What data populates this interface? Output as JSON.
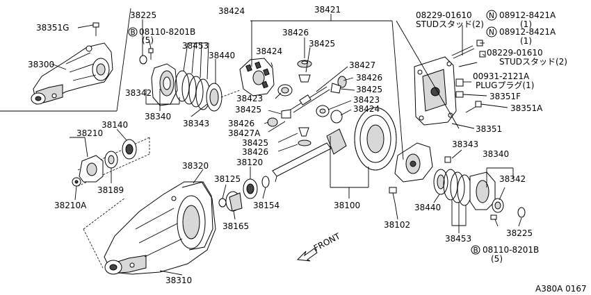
{
  "labels": {
    "l38351G": "38351G",
    "l38300": "38300",
    "l38225a": "38225",
    "l08110a": "08110-8201B",
    "l08110a_q": "(5)",
    "l38424a": "38424",
    "l38421": "38421",
    "l38426a": "38426",
    "l38425a": "38425",
    "l38453a": "38453",
    "l38440a": "38440",
    "l38424b": "38424",
    "l38427": "38427",
    "l38426b": "38426",
    "l38425b": "38425",
    "l38342a": "38342",
    "l38423a": "38423",
    "l38423b": "38423",
    "l38425c": "38425",
    "l38424c": "38424",
    "l38340a": "38340",
    "l38343a": "38343",
    "l38426c": "38426",
    "l38427A": "38427A",
    "l38425d": "38425",
    "l38426d": "38426",
    "l38210": "38210",
    "l38140": "38140",
    "l38189": "38189",
    "l38210A": "38210A",
    "l38320": "38320",
    "l38125": "38125",
    "l38120": "38120",
    "l38154": "38154",
    "l38165": "38165",
    "l38100": "38100",
    "l38310": "38310",
    "l08229a": "08229-01610",
    "l08229a_sub": "STUDスタッド(2)",
    "l08912a": "08912-8421A",
    "l08912a_q": "(1)",
    "l08912b": "08912-8421A",
    "l08912b_q": "(1)",
    "l08229b": "08229-01610",
    "l08229b_sub": "STUDスタッド(2)",
    "l00931": "00931-2121A",
    "l00931_sub": "PLUGプラグ(1)",
    "l38351F": "38351F",
    "l38351A": "38351A",
    "l38351": "38351",
    "l38343b": "38343",
    "l38340b": "38340",
    "l38342b": "38342",
    "l38440b": "38440",
    "l38102": "38102",
    "l38453b": "38453",
    "l38225b": "38225",
    "l08110b": "08110-8201B",
    "l08110b_q": "(5)",
    "front": "FRONT",
    "code": "A380A 0167",
    "markB": "B",
    "markN": "N"
  }
}
